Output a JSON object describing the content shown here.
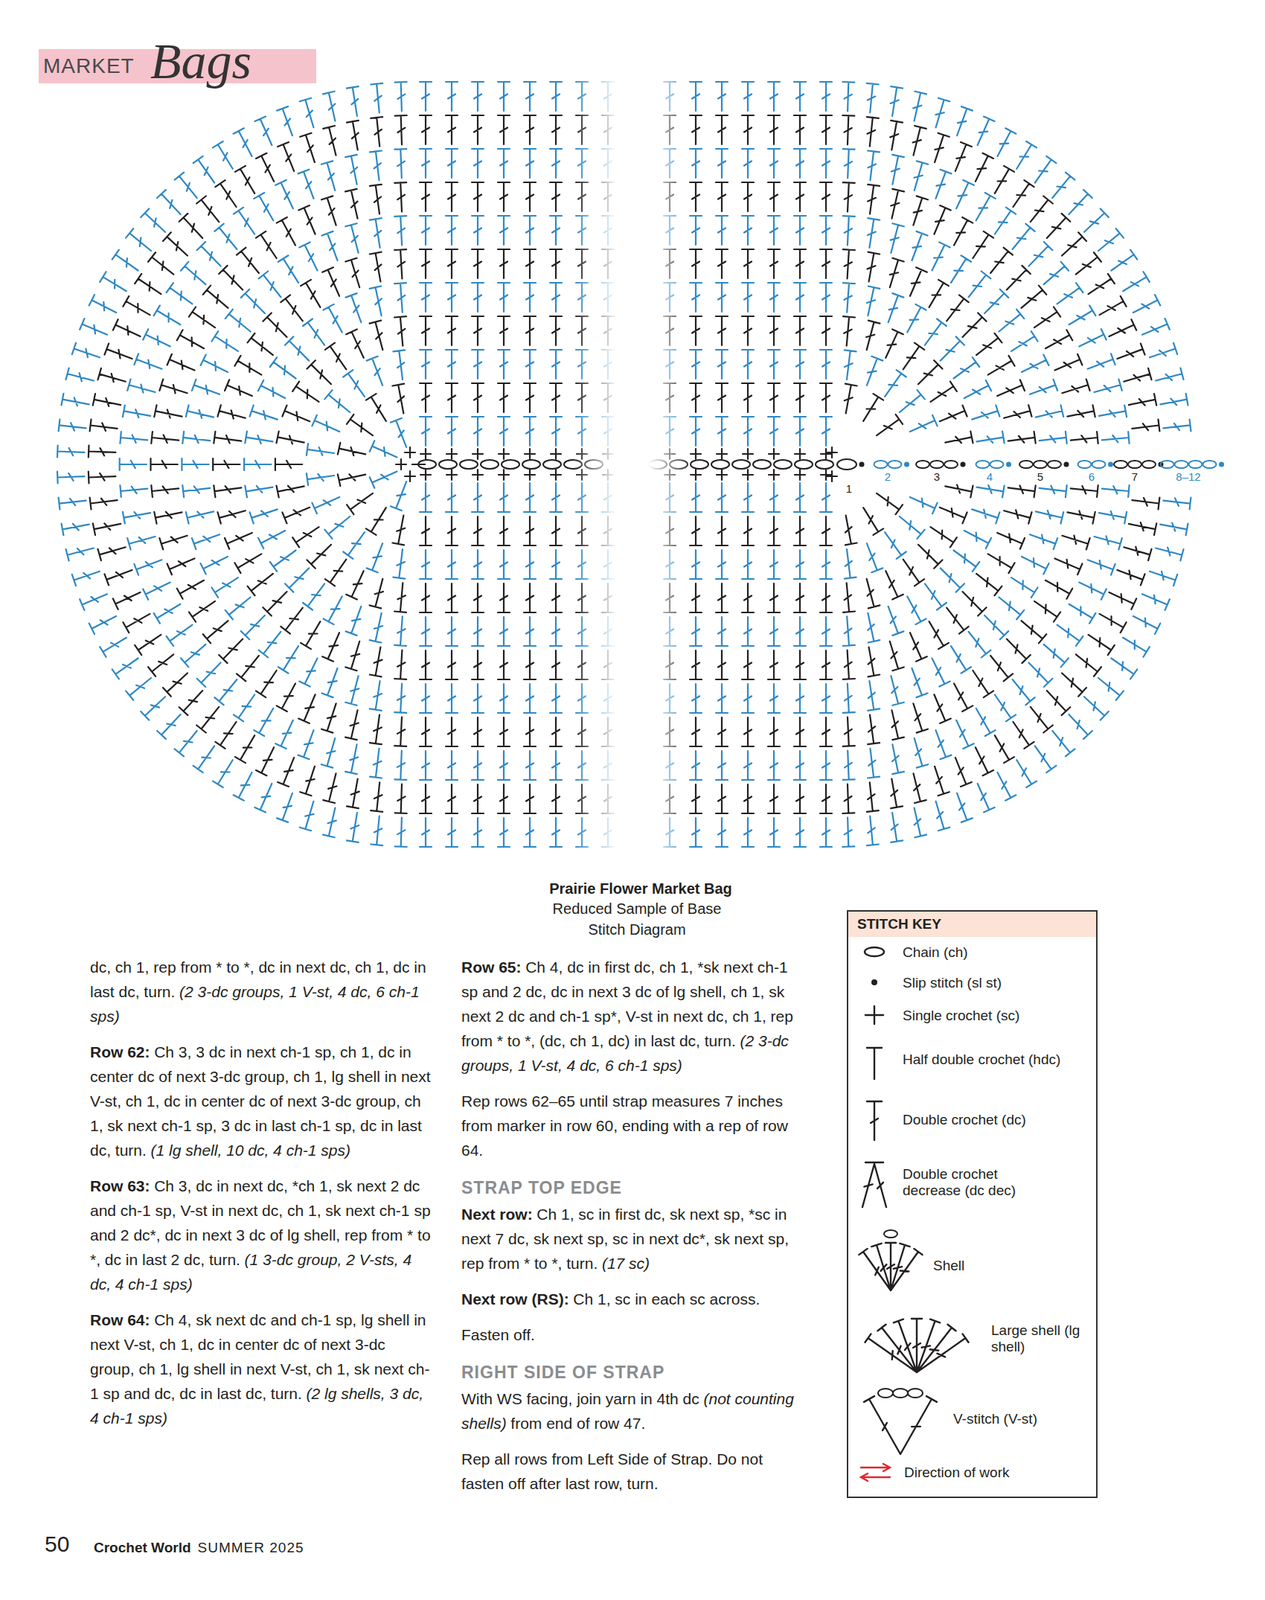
{
  "diagram": {
    "title": "Prairie Flower Market Bag",
    "caption": "Reduced Sample of Base Stitch Diagram",
    "nodes": [
      {
        "text": [
          "MARKET",
          "Bags"
        ]
      },
      {
        "text": [
          "STITCH KEY"
        ]
      }
    ],
    "labels": [
      "dc, ch 1, rep from * to *, dc in next dc, ch 1, dc in last dc, turn.",
      "(2 3-dc groups, 1 V-st, 4 dc, 6 ch-1 sps)",
      "Row 62:",
      "Ch 3, 3 dc in next ch-1 sp, ch 1, dc in center dc of next 3-dc group, ch 1, lg shell in next V-st, ch 1, dc in center dc of next 3-dc group, ch 1, sk next ch-1 sp, 3 dc in last ch-1 sp, dc in last dc, turn.",
      "(1 lg shell, 10 dc, 4 ch-1 sps)",
      "Row 63:",
      "Ch 3, dc in next dc, *ch 1, sk next 2 dc and ch-1 sp, V-st in next dc, ch 1, sk next ch-1 sp and 2 dc*, dc in next 3 dc of lg shell, rep from * to *, dc in last 2 dc, turn.",
      "(1 3-dc group, 2 V-sts, 4 dc, 4 ch-1 sps)",
      "Row 64:",
      "Ch 4, sk next dc and ch-1 sp, lg shell in next V-st, ch 1, dc in center dc of next 3-dc group, ch 1, lg shell in next V-st, ch 1, sk next ch-1 sp and dc, dc in last dc, turn.",
      "(2 lg shells, 3 dc, 4 ch-1 sps)",
      "Row 65:",
      "Ch 4, dc in first dc, ch 1, *sk next ch-1 sp and 2 dc, dc in next 3 dc of lg shell, ch 1, sk next 2 dc and ch-1 sp*, V-st in next dc, ch 1, rep from * to *, (dc, ch 1, dc) in last dc, turn.",
      "(2 3-dc groups, 1 V-st, 4 dc, 6 ch-1 sps)",
      "Rep rows 62–65 until strap measures 7 inches from marker in row 60, ending with a rep of row 64.",
      "STRAP TOP EDGE",
      "Next row:",
      "Ch 1, sc in first dc, sk next sp, *sc in next 7 dc, sk next sp, sc in next dc*, sk next sp, rep from * to *, turn.",
      "(17 sc)",
      "Next row (RS):",
      "Ch 1, sc in each sc across.",
      "Fasten off.",
      "RIGHT SIDE OF STRAP",
      "With WS facing, join yarn in 4th dc",
      "(not counting shells)",
      "from end of row 47.",
      "Rep all rows from Left Side of Strap. Do not fasten off after last row, turn.",
      "1",
      "2",
      "3",
      "4",
      "5",
      "6",
      "7",
      "8–12",
      "50",
      "Crochet World",
      "SUMMER 2025"
    ],
    "legend": [
      {
        "text": "Chain (ch)"
      },
      {
        "text": "Slip stitch (sl st)"
      },
      {
        "text": "Single crochet (sc)"
      },
      {
        "text": "Half double crochet (hdc)"
      },
      {
        "text": "Double crochet (dc)"
      },
      {
        "text": "Double crochet decrease (dc dec)"
      },
      {
        "text": "Shell"
      },
      {
        "text": "Large shell (lg shell)"
      },
      {
        "text": "V-stitch (V-st)"
      },
      {
        "text": "Direction of work"
      }
    ]
  }
}
